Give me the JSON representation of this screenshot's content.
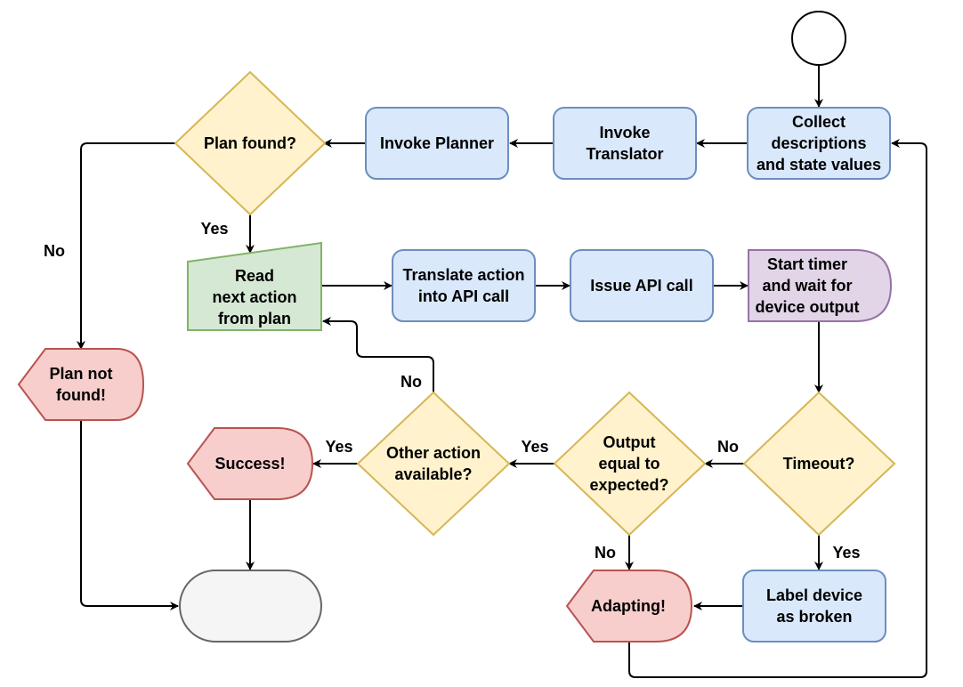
{
  "nodes": {
    "start": {
      "lines": []
    },
    "collect": {
      "lines": [
        "Collect",
        "descriptions",
        "and state values"
      ]
    },
    "translator": {
      "lines": [
        "Invoke",
        "Translator"
      ]
    },
    "planner": {
      "lines": [
        "Invoke Planner"
      ]
    },
    "plan_found": {
      "lines": [
        "Plan found?"
      ]
    },
    "plan_not_found": {
      "lines": [
        "Plan not",
        "found!"
      ]
    },
    "read_action": {
      "lines": [
        "Read",
        "next action",
        "from plan"
      ]
    },
    "translate_action": {
      "lines": [
        "Translate action",
        "into API call"
      ]
    },
    "issue_api": {
      "lines": [
        "Issue API call"
      ]
    },
    "start_timer": {
      "lines": [
        "Start timer",
        "and wait for",
        "device output"
      ]
    },
    "timeout": {
      "lines": [
        "Timeout?"
      ]
    },
    "output_equal": {
      "lines": [
        "Output",
        "equal to",
        "expected?"
      ]
    },
    "other_action": {
      "lines": [
        "Other action",
        "available?"
      ]
    },
    "success": {
      "lines": [
        "Success!"
      ]
    },
    "end": {
      "lines": []
    },
    "label_broken": {
      "lines": [
        "Label device",
        "as broken"
      ]
    },
    "adapting": {
      "lines": [
        "Adapting!"
      ]
    }
  },
  "edge_labels": {
    "plan_found_yes": "Yes",
    "plan_found_no": "No",
    "timeout_no": "No",
    "timeout_yes": "Yes",
    "output_yes": "Yes",
    "output_no": "No",
    "other_yes": "Yes",
    "other_no": "No"
  },
  "colors": {
    "blue_fill": "#dae8fc",
    "blue_stroke": "#6c8ebf",
    "yellow_fill": "#fff2cc",
    "yellow_stroke": "#d6b656",
    "red_fill": "#f8cecc",
    "red_stroke": "#b85450",
    "green_fill": "#d5e8d4",
    "green_stroke": "#82b366",
    "purple_fill": "#e1d5e7",
    "purple_stroke": "#9673a6",
    "gray_fill": "#f5f5f5",
    "gray_stroke": "#666666"
  }
}
